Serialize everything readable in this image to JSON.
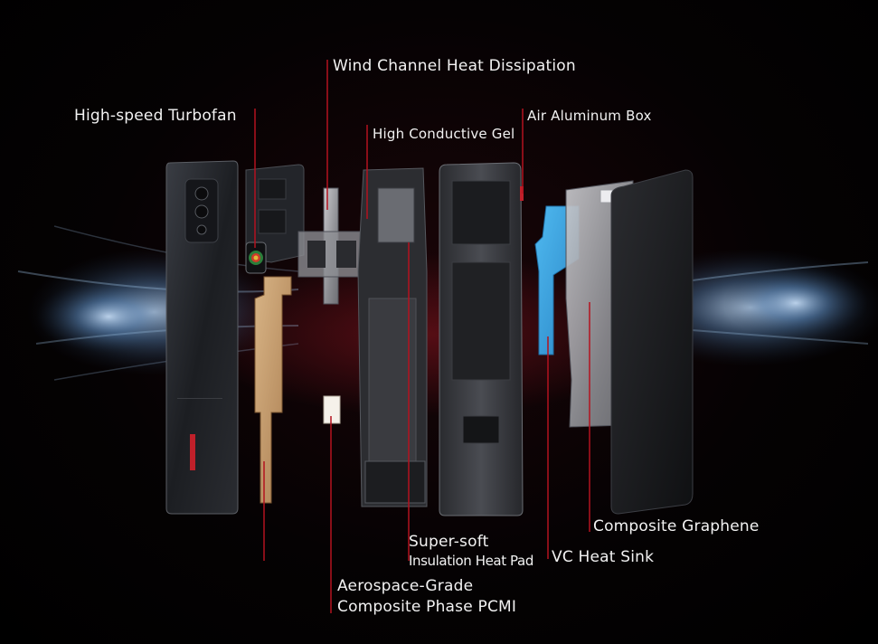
{
  "labels": {
    "wind_channel": "Wind Channel Heat Dissipation",
    "turbofan": "High-speed Turbofan",
    "conductive_gel": "High Conductive Gel",
    "aluminum_box": "Air Aluminum Box",
    "graphene": "Composite Graphene",
    "vc_heat_sink": "VC Heat Sink",
    "heat_pad_line1": "Super-soft",
    "heat_pad_line2": "Insulation Heat Pad",
    "pcm_line1": "Aerospace-Grade",
    "pcm_line2": "Composite Phase PCMI"
  },
  "colors": {
    "background": "#000000",
    "leader_line": "#b3121f",
    "label_text": "#f2f2f2",
    "vc_blue": "#3aa6e0",
    "pcm_gold": "#c8a070",
    "heat_glow": "#8a1520"
  }
}
